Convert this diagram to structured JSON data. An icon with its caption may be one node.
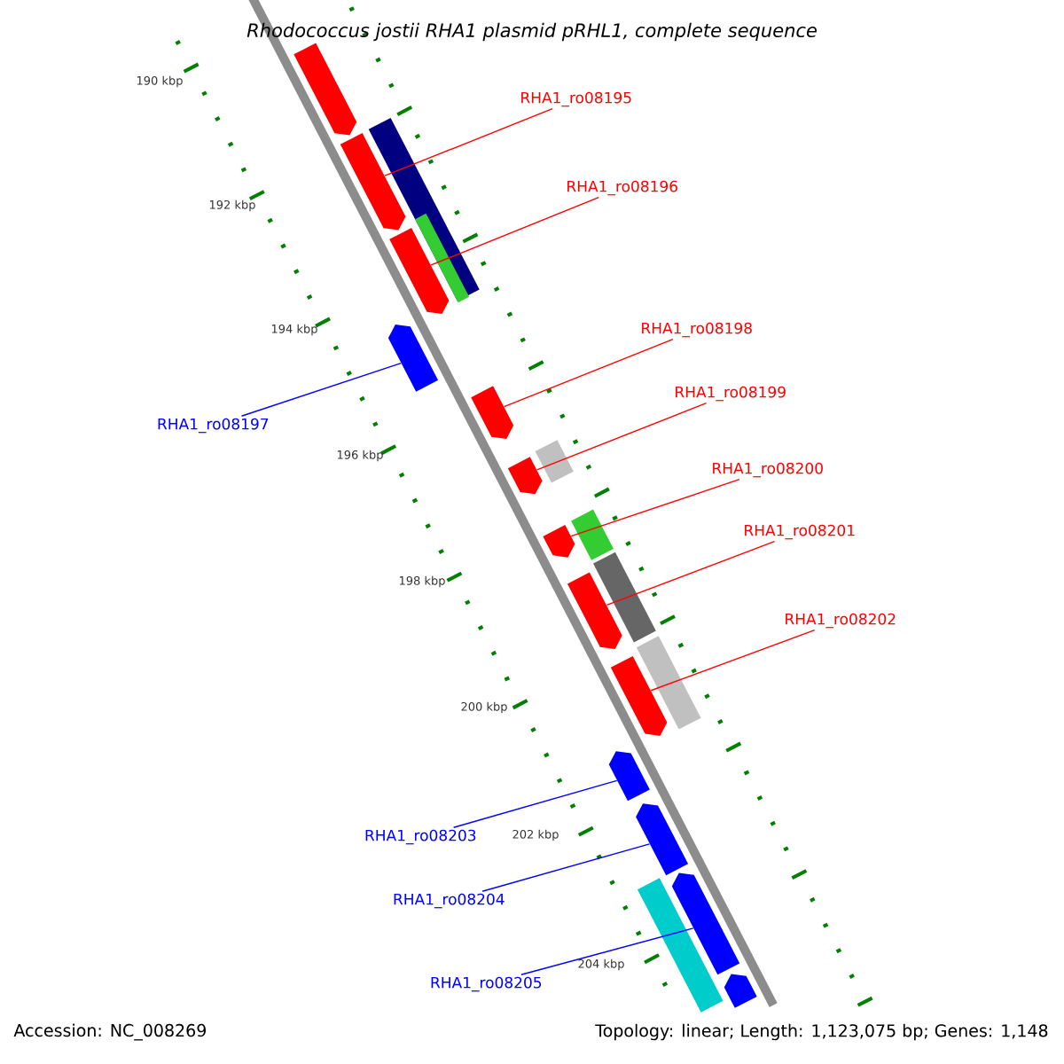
{
  "diagram": {
    "title": "Rhodococcus jostii RHA1 plasmid pRHL1, complete sequence",
    "nodes": [
      {
        "text": [
          "RHA1_ro08195"
        ]
      },
      {
        "text": [
          "RHA1_ro08196"
        ]
      },
      {
        "text": [
          "RHA1_ro08198"
        ]
      },
      {
        "text": [
          "RHA1_ro08197"
        ]
      },
      {
        "text": [
          "RHA1_ro08199"
        ]
      },
      {
        "text": [
          "RHA1_ro08200"
        ]
      },
      {
        "text": [
          "RHA1_ro08201"
        ]
      },
      {
        "text": [
          "RHA1_ro08202"
        ]
      },
      {
        "text": [
          "RHA1_ro08203"
        ]
      },
      {
        "text": [
          "RHA1_ro08204"
        ]
      },
      {
        "text": [
          "RHA1_ro08205"
        ]
      },
      {
        "text": [],
        "shape": "bar"
      },
      {
        "text": [],
        "shape": "bar"
      },
      {
        "text": [],
        "shape": "bar"
      },
      {
        "text": [],
        "shape": "bar"
      },
      {
        "text": [],
        "shape": "bar"
      },
      {
        "text": [],
        "shape": "bar"
      },
      {
        "text": [],
        "shape": "bar"
      },
      {
        "text": [],
        "shape": "bar"
      },
      {
        "text": [],
        "shape": "bar"
      },
      {
        "text": [],
        "shape": "bar"
      },
      {
        "text": [],
        "shape": "bar"
      },
      {
        "text": [],
        "shape": "bar"
      },
      {
        "text": [],
        "shape": "box"
      },
      {
        "text": [],
        "shape": "box",
        "in": 23
      },
      {
        "text": [],
        "shape": "box"
      },
      {
        "text": [],
        "shape": "box"
      },
      {
        "text": [],
        "shape": "box"
      },
      {
        "text": [],
        "shape": "box"
      },
      {
        "text": [],
        "shape": "bar"
      },
      {
        "text": [],
        "shape": "box"
      }
    ],
    "edges": [
      {
        "from": 0,
        "to": 11,
        "arrow": "none"
      },
      {
        "from": 1,
        "to": 12,
        "arrow": "none"
      },
      {
        "from": 2,
        "to": 14,
        "arrow": "none"
      },
      {
        "from": 3,
        "to": 13,
        "arrow": "none",
        "color": "#0000ff"
      },
      {
        "from": 4,
        "to": 15,
        "arrow": "none"
      },
      {
        "from": 5,
        "to": 16,
        "arrow": "none"
      },
      {
        "from": 6,
        "to": 17,
        "arrow": "none"
      },
      {
        "from": 7,
        "to": 18,
        "arrow": "none"
      },
      {
        "from": 8,
        "to": 19,
        "arrow": "none",
        "color": "#0000ff"
      },
      {
        "from": 9,
        "to": 20,
        "arrow": "none",
        "color": "#0000ff"
      },
      {
        "from": 10,
        "to": 21,
        "arrow": "none",
        "color": "#0000ff"
      }
    ],
    "labels": [
      "190 kbp",
      "192 kbp",
      "194 kbp",
      "196 kbp",
      "198 kbp",
      "200 kbp",
      "202 kbp",
      "204 kbp",
      "Accession: NC_008269",
      "Topology: linear; Length: 1,123,075 bp; Genes: 1,148"
    ]
  }
}
